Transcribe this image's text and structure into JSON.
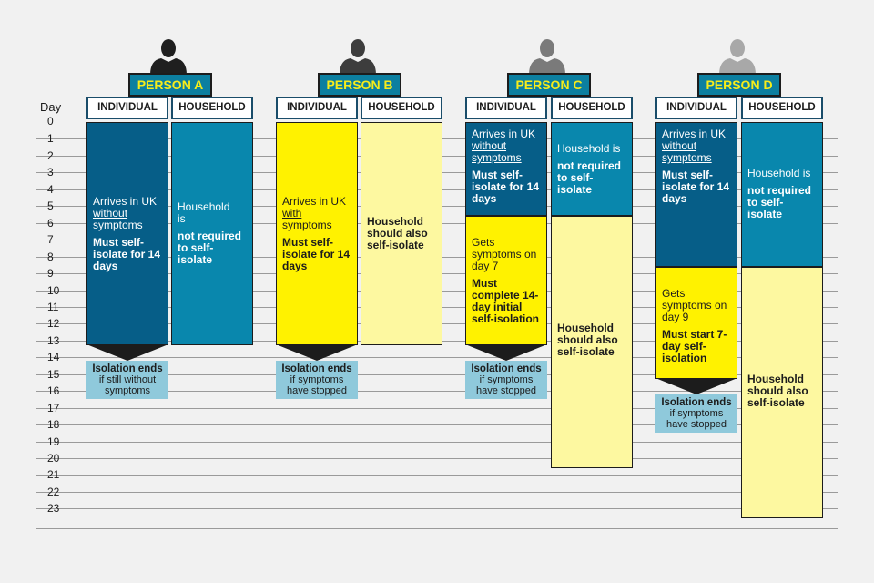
{
  "day_axis": {
    "label": "Day",
    "days": [
      "0",
      "1",
      "2",
      "3",
      "4",
      "5",
      "6",
      "7",
      "8",
      "9",
      "10",
      "11",
      "12",
      "13",
      "14",
      "15",
      "16",
      "17",
      "18",
      "19",
      "20",
      "21",
      "22",
      "23"
    ]
  },
  "column_headers": {
    "individual": "INDIVIDUAL",
    "household": "HOUSEHOLD"
  },
  "persons": [
    {
      "name": "PERSON A",
      "individual": [
        {
          "start_day": 0,
          "end_day": 13.3,
          "color": "dark",
          "lines": [
            "Arrives in UK",
            "without",
            "symptoms"
          ],
          "action": "Must self-isolate for 14 days"
        }
      ],
      "household": [
        {
          "start_day": 0,
          "end_day": 13.3,
          "color": "teal",
          "lines": [
            "Household",
            "is"
          ],
          "action": "not required to self-isolate"
        }
      ],
      "ends": {
        "title": "Isolation ends",
        "lines": [
          "if still without",
          "symptoms"
        ]
      }
    },
    {
      "name": "PERSON B",
      "individual": [
        {
          "start_day": 0,
          "end_day": 13.3,
          "color": "yellow",
          "lines": [
            "Arrives in UK",
            "with",
            "symptoms"
          ],
          "action": "Must self-isolate for 14 days"
        }
      ],
      "household": [
        {
          "start_day": 0,
          "end_day": 13.3,
          "color": "pale",
          "lines": [],
          "action": "Household should also self-isolate"
        }
      ],
      "ends": {
        "title": "Isolation ends",
        "lines": [
          "if symptoms",
          "have stopped"
        ]
      }
    },
    {
      "name": "PERSON C",
      "individual": [
        {
          "start_day": 0,
          "end_day": 5.6,
          "color": "dark",
          "lines": [
            "Arrives in UK",
            "without",
            "symptoms"
          ],
          "action": "Must self-isolate for 14 days"
        },
        {
          "start_day": 5.6,
          "end_day": 13.3,
          "color": "yellow",
          "lines": [
            "Gets",
            "symptoms on",
            "day 7"
          ],
          "action": "Must complete 14-day initial self-isolation"
        }
      ],
      "household": [
        {
          "start_day": 0,
          "end_day": 5.6,
          "color": "teal",
          "lines": [
            "Household is"
          ],
          "action": "not required to self-isolate"
        },
        {
          "start_day": 5.6,
          "end_day": 20.6,
          "color": "pale",
          "lines": [],
          "action": "Household should also self-isolate"
        }
      ],
      "ends": {
        "title": "Isolation ends",
        "lines": [
          "if symptoms",
          "have stopped"
        ]
      }
    },
    {
      "name": "PERSON D",
      "individual": [
        {
          "start_day": 0,
          "end_day": 8.6,
          "color": "dark",
          "lines": [
            "Arrives in UK",
            "without",
            "symptoms"
          ],
          "action": "Must self-isolate for 14 days"
        },
        {
          "start_day": 8.6,
          "end_day": 15.3,
          "color": "yellow",
          "lines": [
            "Gets",
            "symptoms on",
            "day 9"
          ],
          "action": "Must start 7-day self-isolation"
        }
      ],
      "household": [
        {
          "start_day": 0,
          "end_day": 8.6,
          "color": "teal",
          "lines": [
            "Household is"
          ],
          "action": "not required to self-isolate"
        },
        {
          "start_day": 8.6,
          "end_day": 23.6,
          "color": "pale",
          "lines": [],
          "action": "Household should also self-isolate"
        }
      ],
      "ends": {
        "title": "Isolation ends",
        "lines": [
          "if symptoms",
          "have stopped"
        ]
      }
    }
  ]
}
